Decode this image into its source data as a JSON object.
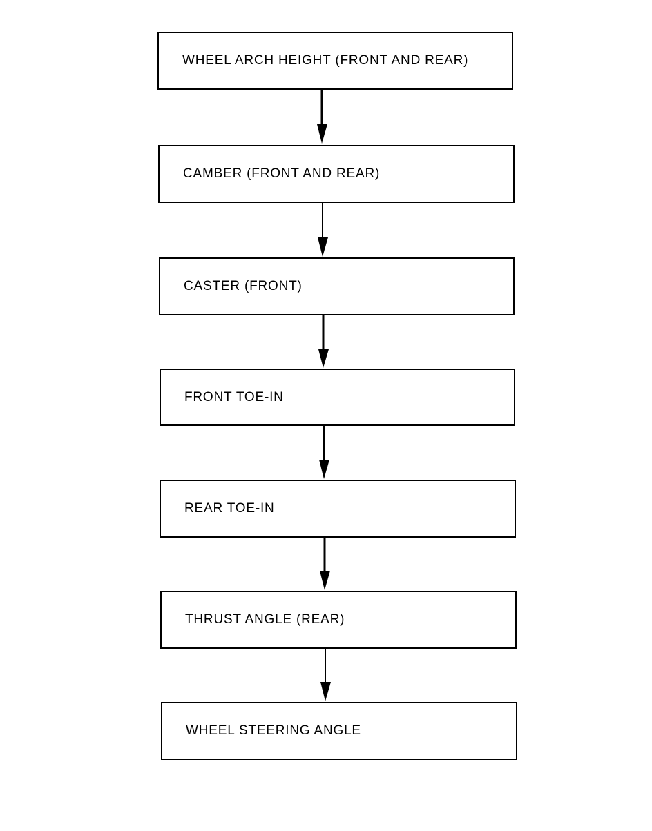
{
  "steps": [
    {
      "label": "WHEEL ARCH HEIGHT (FRONT AND REAR)"
    },
    {
      "label": "CAMBER (FRONT AND REAR)"
    },
    {
      "label": "CASTER (FRONT)"
    },
    {
      "label": "FRONT TOE-IN"
    },
    {
      "label": "REAR TOE-IN"
    },
    {
      "label": "THRUST ANGLE (REAR)"
    },
    {
      "label": "WHEEL STEERING ANGLE"
    }
  ],
  "colors": {
    "line": "#000000",
    "background": "#ffffff"
  }
}
